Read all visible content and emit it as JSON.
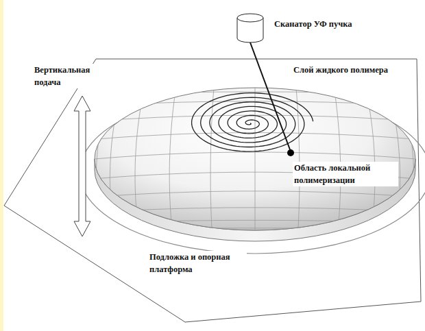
{
  "diagram": {
    "labels": [
      "Сканатор УФ пучка",
      "Вертикальная подача",
      "Слой жидкого полимера",
      "Область локальной полимеризации",
      "Подложка и опорная платформа"
    ]
  }
}
